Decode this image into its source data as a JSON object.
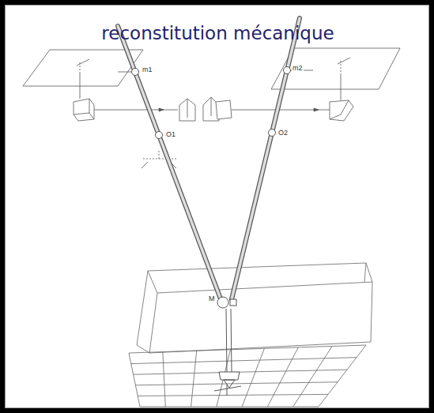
{
  "diagram": {
    "title": "reconstitution mécanique",
    "labels": [
      "m1",
      "O1",
      "m2",
      "O2",
      "M"
    ]
  }
}
